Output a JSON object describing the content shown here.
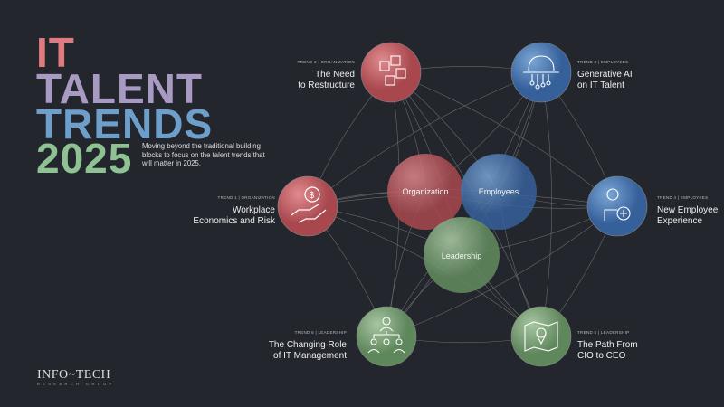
{
  "title": {
    "line1": "IT",
    "line2": "TALENT",
    "line3": "TRENDS",
    "line4": "2025",
    "subtitle": "Moving beyond the traditional building blocks to focus on the talent trends that will matter in 2025."
  },
  "colors": {
    "organization": "#c9676c",
    "employees": "#4f7fb5",
    "leadership": "#7fa57b",
    "title_pink": "#e07a7e",
    "title_purple": "#a89ac2",
    "title_blue": "#6e9fcb",
    "title_green": "#8fc293"
  },
  "core": {
    "organization": "Organization",
    "employees": "Employees",
    "leadership": "Leadership"
  },
  "trends": [
    {
      "caption": "TREND 1 | ORGANIZATION",
      "line1": "Workplace",
      "line2": "Economics and Risk",
      "icon": "hand-dollar-icon"
    },
    {
      "caption": "TREND 2 | ORGANIZATION",
      "line1": "The Need",
      "line2": "to Restructure",
      "icon": "cubes-icon"
    },
    {
      "caption": "TREND 3 | EMPLOYEES",
      "line1": "Generative AI",
      "line2": "on IT Talent",
      "icon": "ai-brain-icon"
    },
    {
      "caption": "TREND 4 | EMPLOYEES",
      "line1": "New Employee",
      "line2": "Experience",
      "icon": "person-plus-icon"
    },
    {
      "caption": "TREND 5 | LEADERSHIP",
      "line1": "The Path From",
      "line2": "CIO to CEO",
      "icon": "map-pin-icon"
    },
    {
      "caption": "TREND 6 | LEADERSHIP",
      "line1": "The Changing Role",
      "line2": "of IT Management",
      "icon": "org-chart-icon"
    }
  ],
  "logo": {
    "name": "INFO~TECH",
    "tagline": "RESEARCH GROUP"
  }
}
